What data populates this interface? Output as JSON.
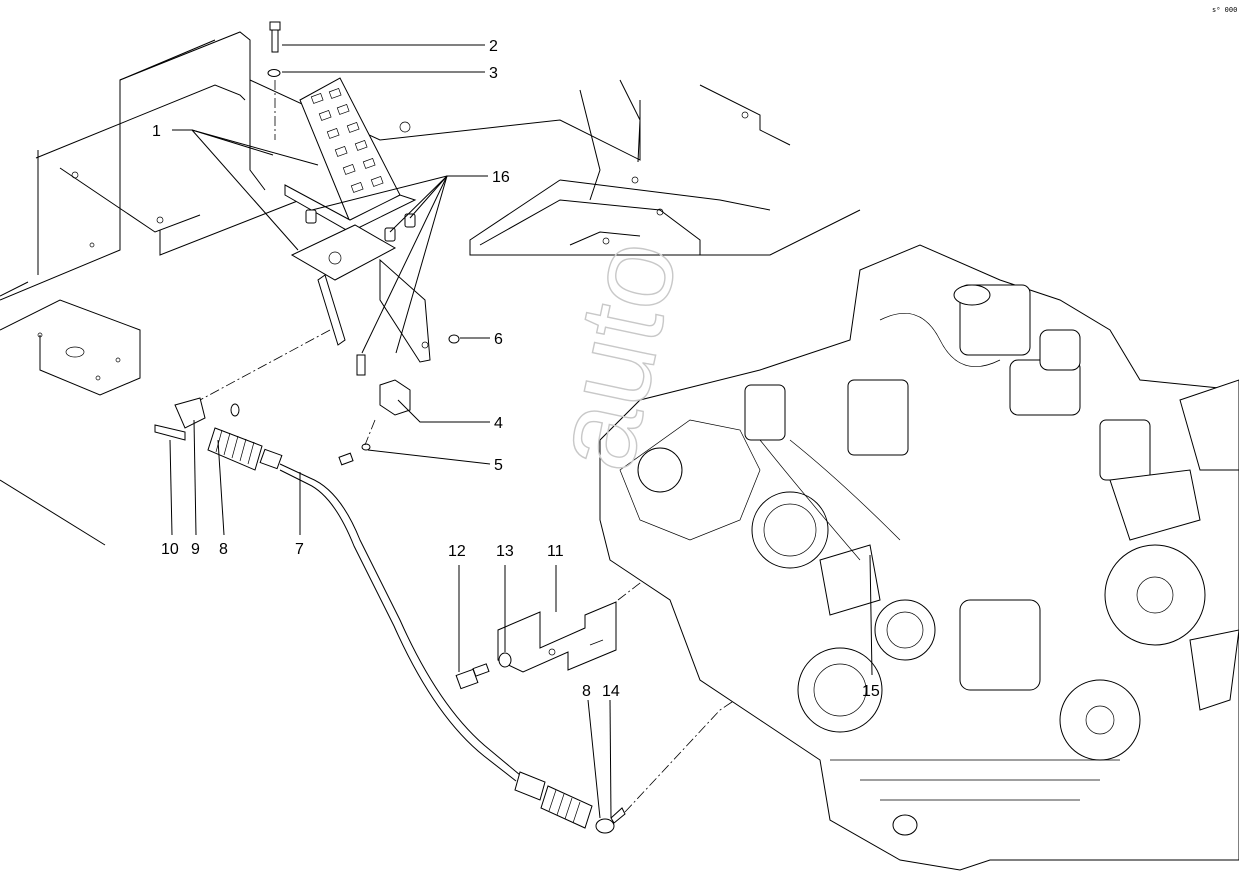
{
  "drawing_code": "s⁰ 000",
  "watermark": "auto",
  "callouts": [
    {
      "id": "callout-1",
      "text": "1"
    },
    {
      "id": "callout-2",
      "text": "2"
    },
    {
      "id": "callout-3",
      "text": "3"
    },
    {
      "id": "callout-4",
      "text": "4"
    },
    {
      "id": "callout-5",
      "text": "5"
    },
    {
      "id": "callout-6",
      "text": "6"
    },
    {
      "id": "callout-7",
      "text": "7"
    },
    {
      "id": "callout-8a",
      "text": "8"
    },
    {
      "id": "callout-8b",
      "text": "8"
    },
    {
      "id": "callout-9",
      "text": "9"
    },
    {
      "id": "callout-10",
      "text": "10"
    },
    {
      "id": "callout-11",
      "text": "11"
    },
    {
      "id": "callout-12",
      "text": "12"
    },
    {
      "id": "callout-13",
      "text": "13"
    },
    {
      "id": "callout-14",
      "text": "14"
    },
    {
      "id": "callout-15",
      "text": "15"
    },
    {
      "id": "callout-16",
      "text": "16"
    }
  ]
}
